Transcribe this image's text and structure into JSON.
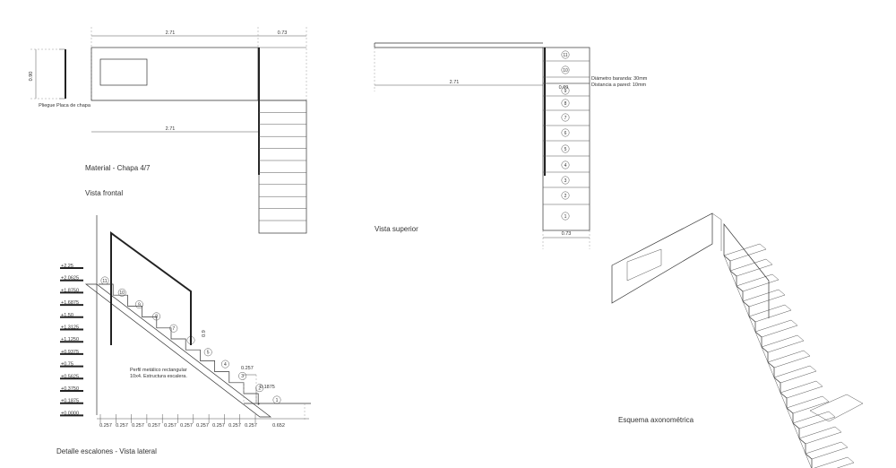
{
  "front_view": {
    "caption": "Vista frontal",
    "material": "Material - Chapa 4/7",
    "fold_label": "Pliegue Placa de chapa",
    "dim_top_width": "2.71",
    "dim_top_right": "0.73",
    "dim_bottom_width": "2.71",
    "dim_height": "0.90"
  },
  "top_view": {
    "caption": "Vista superior",
    "dim_width": "2.71",
    "dim_mid": "0.69",
    "dim_bottom": "0.73",
    "note_line1": "Diámetro baranda: 30mm",
    "note_line2": "Distancia a pared: 10mm",
    "step_numbers": [
      "11",
      "10",
      "9",
      "8",
      "7",
      "6",
      "5",
      "4",
      "3",
      "2",
      "1"
    ]
  },
  "side_view": {
    "caption": "Detalle escalones - Vista lateral",
    "levels": [
      "+2.25",
      "+2.0625",
      "+1.8750",
      "+1.6875",
      "+1.50",
      "+1.3125",
      "+1.1250",
      "+0.9375",
      "+0.75",
      "+0.5625",
      "+0.3750",
      "+0.1875",
      "+0.0000"
    ],
    "runs": [
      "0.257",
      "0.257",
      "0.257",
      "0.257",
      "0.257",
      "0.257",
      "0.257",
      "0.257",
      "0.257",
      "0.257",
      "0.652"
    ],
    "step_numbers": [
      "1",
      "2",
      "3",
      "4",
      "5",
      "6",
      "7",
      "8",
      "9",
      "10",
      "11"
    ],
    "tread_label": "0.257",
    "riser_label": "0.1875",
    "rail_height_label": "0.9",
    "profile_note_line1": "Perfil metálico rectangular",
    "profile_note_line2": "10x4. Estructura escalera."
  },
  "axonometric": {
    "caption": "Esquema axonométrica"
  }
}
